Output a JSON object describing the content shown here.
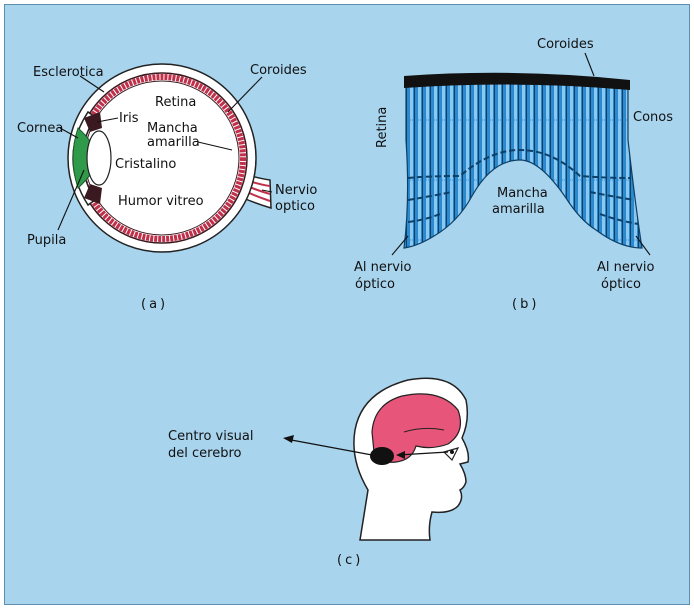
{
  "panel_a": {
    "labels": {
      "esclerotica": "Esclerotica",
      "coroides": "Coroides",
      "retina": "Retina",
      "cornea": "Cornea",
      "iris": "Iris",
      "mancha1": "Mancha",
      "mancha2": "amarilla",
      "cristalino": "Cristalino",
      "humor": "Humor vitreo",
      "nervio1": "Nervio",
      "nervio2": "optico",
      "pupila": "Pupila"
    },
    "caption": "(a)"
  },
  "panel_b": {
    "labels": {
      "coroides": "Coroides",
      "retina": "Retina",
      "conos": "Conos",
      "mancha1": "Mancha",
      "mancha2": "amarilla",
      "al_left1": "Al nervio",
      "al_left2": "óptico",
      "al_right1": "Al nervio",
      "al_right2": "óptico"
    },
    "caption": "(b)"
  },
  "panel_c": {
    "labels": {
      "centro1": "Centro visual",
      "centro2": "del cerebro"
    },
    "caption": "(c)"
  },
  "colors": {
    "background": "#a8d4ee",
    "retina_red": "#c0304a",
    "lens_green": "#2f9a4a",
    "tissue_blue": "#2a8ad0",
    "brain_pink": "#e8557a"
  }
}
